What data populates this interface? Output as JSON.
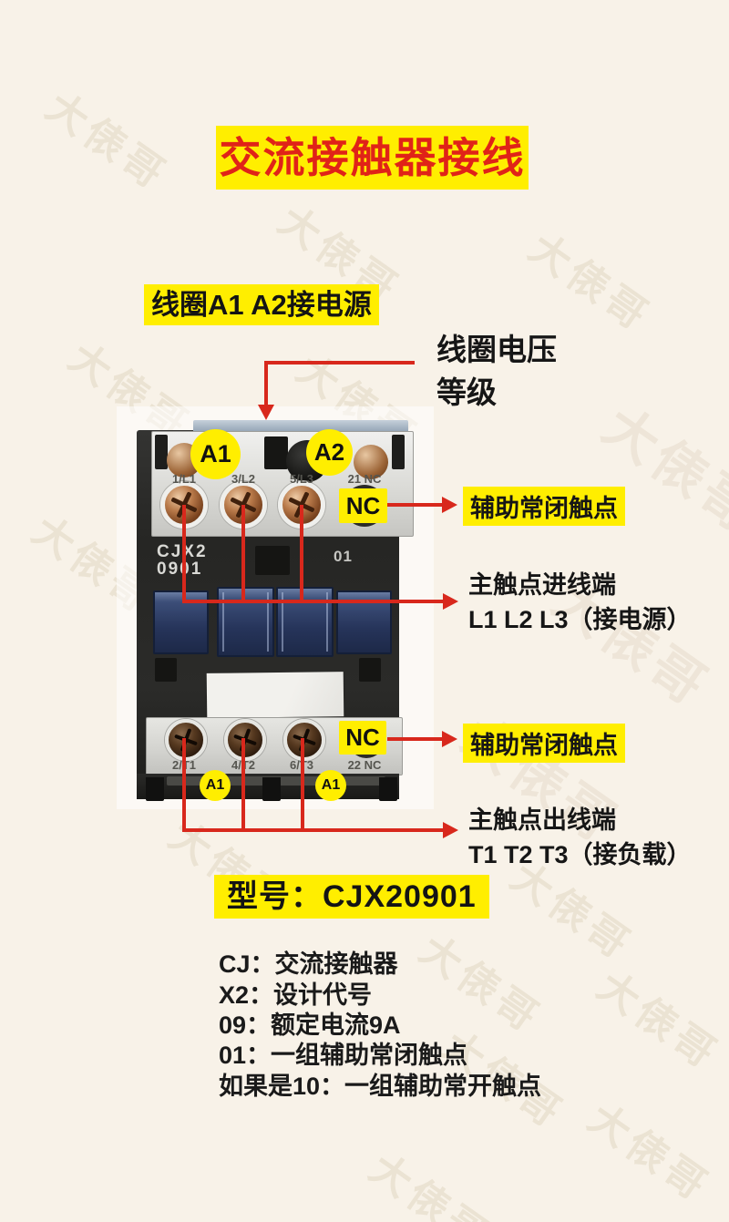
{
  "title": {
    "text": "交流接触器接线"
  },
  "subtitle": {
    "text": "线圈A1 A2接电源"
  },
  "watermark": {
    "text": "大俵哥"
  },
  "annotations": {
    "coil_voltage_line1": "线圈电压",
    "coil_voltage_line2": "等级",
    "aux_nc_top": "辅助常闭触点",
    "main_in_title": "主触点进线端",
    "main_in_detail": "L1 L2 L3（接电源）",
    "aux_nc_bottom": "辅助常闭触点",
    "main_out_title": "主触点出线端",
    "main_out_detail": "T1 T2 T3（接负载）"
  },
  "contactor": {
    "coil_label_a1": "A1",
    "coil_label_a2": "A2",
    "top_terminals": [
      "1/L1",
      "3/L2",
      "5/L3",
      "21 NC"
    ],
    "nc_sticker_top": "NC",
    "model_line1": "CJX2",
    "model_line2": "0901",
    "aux_code": "01",
    "bottom_terminals": [
      "2/T1",
      "4/T2",
      "6/T3",
      "22 NC"
    ],
    "nc_sticker_bottom": "NC",
    "bottom_sticker_left": "A1",
    "bottom_sticker_right": "A1"
  },
  "model_section": {
    "text": "型号：CJX20901"
  },
  "legend": {
    "items": [
      "CJ：交流接触器",
      "X2：设计代号",
      "09：额定电流9A",
      "01：一组辅助常闭触点",
      "如果是10：一组辅助常开触点"
    ]
  },
  "colors": {
    "background": "#f8f2e8",
    "highlight_yellow": "#ffee00",
    "title_red": "#e02318",
    "wire_red": "#d8281c",
    "text_black": "#1c1c1c"
  }
}
